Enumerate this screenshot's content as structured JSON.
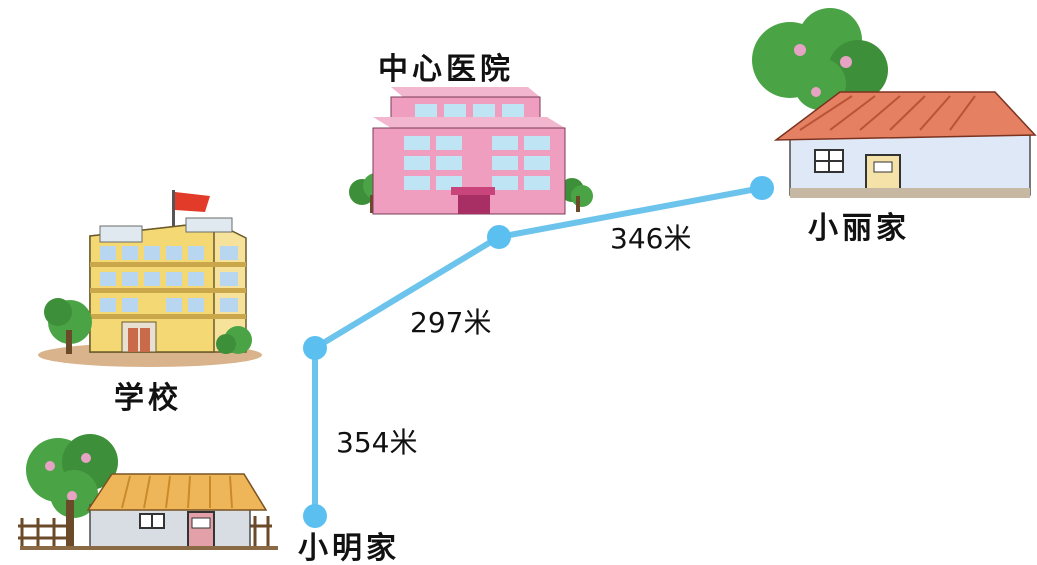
{
  "places": {
    "hospital": "中心医院",
    "school": "学校",
    "xiaoli_home": "小丽家",
    "xiaoming_home": "小明家"
  },
  "routes": {
    "xiaoming_to_school": "354米",
    "school_to_hospital": "297米",
    "hospital_to_xiaoli": "346米"
  },
  "colors": {
    "route": "#6cc4ec",
    "node": "#5bbfef"
  }
}
